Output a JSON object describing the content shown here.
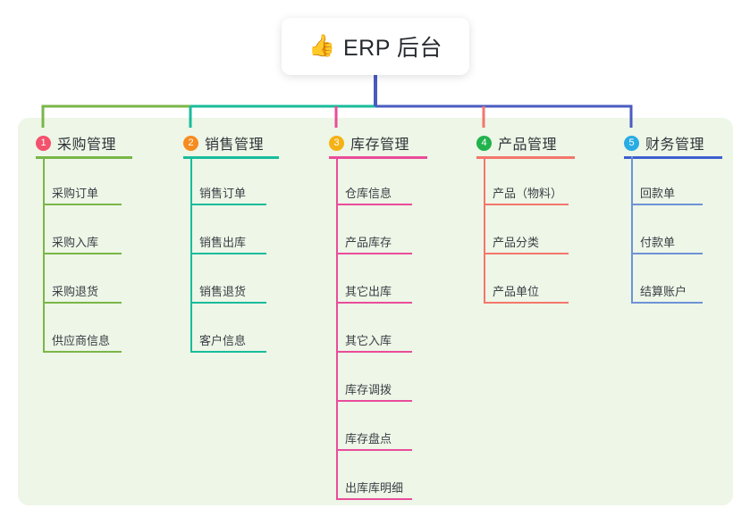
{
  "title": {
    "icon": "thumbs-up-icon",
    "emoji": "👍",
    "text": "ERP 后台"
  },
  "theme": {
    "panel_bg": "#edf6e7",
    "page_bg": "#ffffff",
    "stem_color": "#4a5bc0",
    "text_color": "#2f3338"
  },
  "connectors": {
    "stem_color": "#4a5bc0",
    "bar_segments": [
      {
        "color": "#7ab648",
        "from": "col1",
        "to": "col2"
      },
      {
        "color": "#18bc9c",
        "from": "col2",
        "to": "center"
      },
      {
        "color": "#4a5bc0",
        "from": "center",
        "to": "col5"
      }
    ],
    "drops": [
      {
        "color": "#7ab648",
        "for": "col1"
      },
      {
        "color": "#18bc9c",
        "for": "col2"
      },
      {
        "color": "#ea4c9a",
        "for": "col3"
      },
      {
        "color": "#f4766c",
        "for": "col4"
      },
      {
        "color": "#4a5bc0",
        "for": "col5"
      }
    ]
  },
  "columns": [
    {
      "index": "1",
      "badge_color": "#f4516c",
      "line_color": "#7ab648",
      "title": "采购管理",
      "items": [
        "采购订单",
        "采购入库",
        "采购退货",
        "供应商信息"
      ]
    },
    {
      "index": "2",
      "badge_color": "#f68b1f",
      "line_color": "#18bc9c",
      "title": "销售管理",
      "items": [
        "销售订单",
        "销售出库",
        "销售退货",
        "客户信息"
      ]
    },
    {
      "index": "3",
      "badge_color": "#f5b216",
      "line_color": "#ea4c9a",
      "title": "库存管理",
      "items": [
        "仓库信息",
        "产品库存",
        "其它出库",
        "其它入库",
        "库存调拨",
        "库存盘点",
        "出库库明细"
      ]
    },
    {
      "index": "4",
      "badge_color": "#22b24c",
      "line_color": "#f4766c",
      "title": "产品管理",
      "items": [
        "产品（物料）",
        "产品分类",
        "产品单位"
      ]
    },
    {
      "index": "5",
      "badge_color": "#29ace3",
      "line_color": "#6e92d6",
      "header_line_color": "#3f5fd0",
      "title": "财务管理",
      "items": [
        "回款单",
        "付款单",
        "结算账户"
      ]
    }
  ]
}
